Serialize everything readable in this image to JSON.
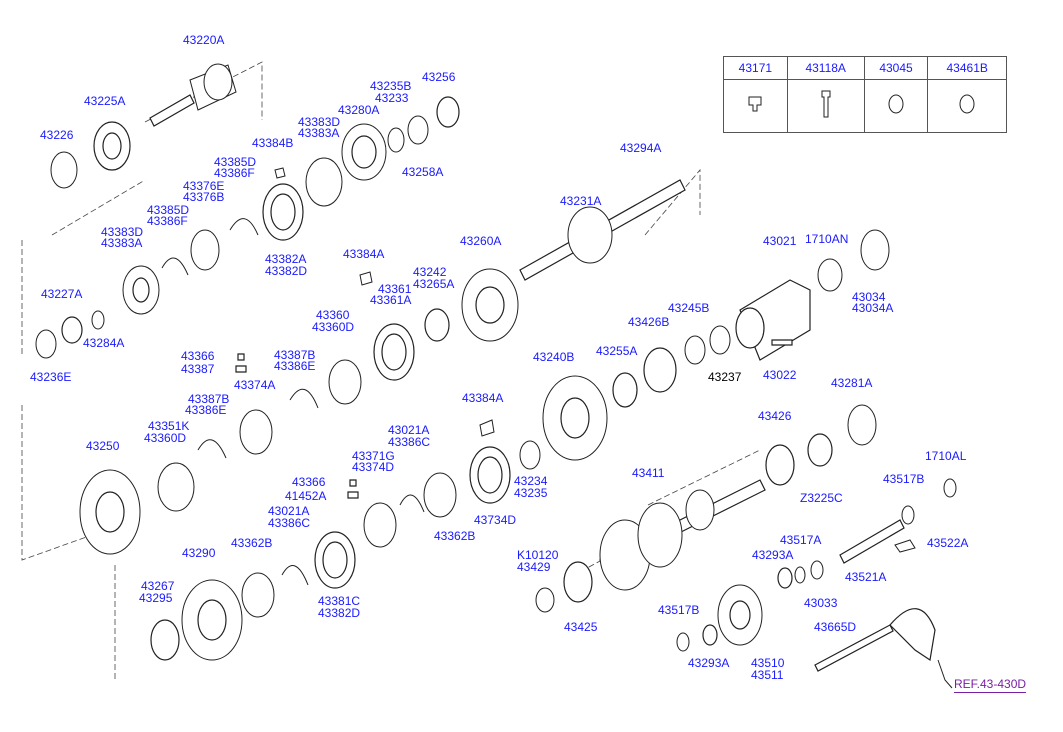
{
  "legend": {
    "headers": [
      "43171",
      "43118A",
      "43045",
      "43461B"
    ],
    "icons": [
      "plug-icon",
      "bolt-icon",
      "ring-icon",
      "ring-icon"
    ]
  },
  "reference": "REF.43-430D",
  "labels": [
    {
      "text": "43220A",
      "color": "blue"
    },
    {
      "text": "43225A",
      "color": "blue"
    },
    {
      "text": "43226",
      "color": "blue"
    },
    {
      "text": "43235B",
      "color": "blue"
    },
    {
      "text": "43233",
      "color": "blue"
    },
    {
      "text": "43256",
      "color": "blue"
    },
    {
      "text": "43280A",
      "color": "blue"
    },
    {
      "text": "43383D",
      "color": "blue"
    },
    {
      "text": "43383A",
      "color": "blue"
    },
    {
      "text": "43384B",
      "color": "blue"
    },
    {
      "text": "43258A",
      "color": "blue"
    },
    {
      "text": "43385D",
      "color": "blue"
    },
    {
      "text": "43386F",
      "color": "blue"
    },
    {
      "text": "43376E",
      "color": "blue"
    },
    {
      "text": "43376B",
      "color": "blue"
    },
    {
      "text": "43385D",
      "color": "blue"
    },
    {
      "text": "43386F",
      "color": "blue"
    },
    {
      "text": "43383D",
      "color": "blue"
    },
    {
      "text": "43383A",
      "color": "blue"
    },
    {
      "text": "43382A",
      "color": "blue"
    },
    {
      "text": "43382D",
      "color": "blue"
    },
    {
      "text": "43294A",
      "color": "blue"
    },
    {
      "text": "43231A",
      "color": "blue"
    },
    {
      "text": "43260A",
      "color": "blue"
    },
    {
      "text": "43384A",
      "color": "blue"
    },
    {
      "text": "43242",
      "color": "blue"
    },
    {
      "text": "43265A",
      "color": "blue"
    },
    {
      "text": "43361",
      "color": "blue"
    },
    {
      "text": "43361A",
      "color": "blue"
    },
    {
      "text": "43021",
      "color": "blue"
    },
    {
      "text": "1710AN",
      "color": "blue"
    },
    {
      "text": "43034",
      "color": "blue"
    },
    {
      "text": "43034A",
      "color": "blue"
    },
    {
      "text": "43227A",
      "color": "blue"
    },
    {
      "text": "43284A",
      "color": "blue"
    },
    {
      "text": "43236E",
      "color": "blue"
    },
    {
      "text": "43360",
      "color": "blue"
    },
    {
      "text": "43360D",
      "color": "blue"
    },
    {
      "text": "43366",
      "color": "blue"
    },
    {
      "text": "43387",
      "color": "blue"
    },
    {
      "text": "43387B",
      "color": "blue"
    },
    {
      "text": "43386E",
      "color": "blue"
    },
    {
      "text": "43374A",
      "color": "blue"
    },
    {
      "text": "43245B",
      "color": "blue"
    },
    {
      "text": "43426B",
      "color": "blue"
    },
    {
      "text": "43237",
      "color": "black"
    },
    {
      "text": "43022",
      "color": "blue"
    },
    {
      "text": "43240B",
      "color": "blue"
    },
    {
      "text": "43255A",
      "color": "blue"
    },
    {
      "text": "43387B",
      "color": "blue"
    },
    {
      "text": "43386E",
      "color": "blue"
    },
    {
      "text": "43351K",
      "color": "blue"
    },
    {
      "text": "43360D",
      "color": "blue"
    },
    {
      "text": "43250",
      "color": "blue"
    },
    {
      "text": "43384A",
      "color": "blue"
    },
    {
      "text": "43021A",
      "color": "blue"
    },
    {
      "text": "43386C",
      "color": "blue"
    },
    {
      "text": "43371G",
      "color": "blue"
    },
    {
      "text": "43374D",
      "color": "blue"
    },
    {
      "text": "43281A",
      "color": "blue"
    },
    {
      "text": "43426",
      "color": "blue"
    },
    {
      "text": "1710AL",
      "color": "blue"
    },
    {
      "text": "43366",
      "color": "blue"
    },
    {
      "text": "41452A",
      "color": "blue"
    },
    {
      "text": "43234",
      "color": "blue"
    },
    {
      "text": "43235",
      "color": "blue"
    },
    {
      "text": "43411",
      "color": "blue"
    },
    {
      "text": "43517B",
      "color": "blue"
    },
    {
      "text": "Z3225C",
      "color": "blue"
    },
    {
      "text": "43734D",
      "color": "blue"
    },
    {
      "text": "43021A",
      "color": "blue"
    },
    {
      "text": "43386C",
      "color": "blue"
    },
    {
      "text": "43362B",
      "color": "blue"
    },
    {
      "text": "43362B",
      "color": "blue"
    },
    {
      "text": "43517A",
      "color": "blue"
    },
    {
      "text": "43522A",
      "color": "blue"
    },
    {
      "text": "43293A",
      "color": "blue"
    },
    {
      "text": "K10120",
      "color": "blue"
    },
    {
      "text": "43429",
      "color": "blue"
    },
    {
      "text": "43290",
      "color": "blue"
    },
    {
      "text": "43521A",
      "color": "blue"
    },
    {
      "text": "43267",
      "color": "blue"
    },
    {
      "text": "43295",
      "color": "blue"
    },
    {
      "text": "43033",
      "color": "blue"
    },
    {
      "text": "43381C",
      "color": "blue"
    },
    {
      "text": "43382D",
      "color": "blue"
    },
    {
      "text": "43425",
      "color": "blue"
    },
    {
      "text": "43517B",
      "color": "blue"
    },
    {
      "text": "43665D",
      "color": "blue"
    },
    {
      "text": "43293A",
      "color": "blue"
    },
    {
      "text": "43510",
      "color": "blue"
    },
    {
      "text": "43511",
      "color": "blue"
    }
  ]
}
